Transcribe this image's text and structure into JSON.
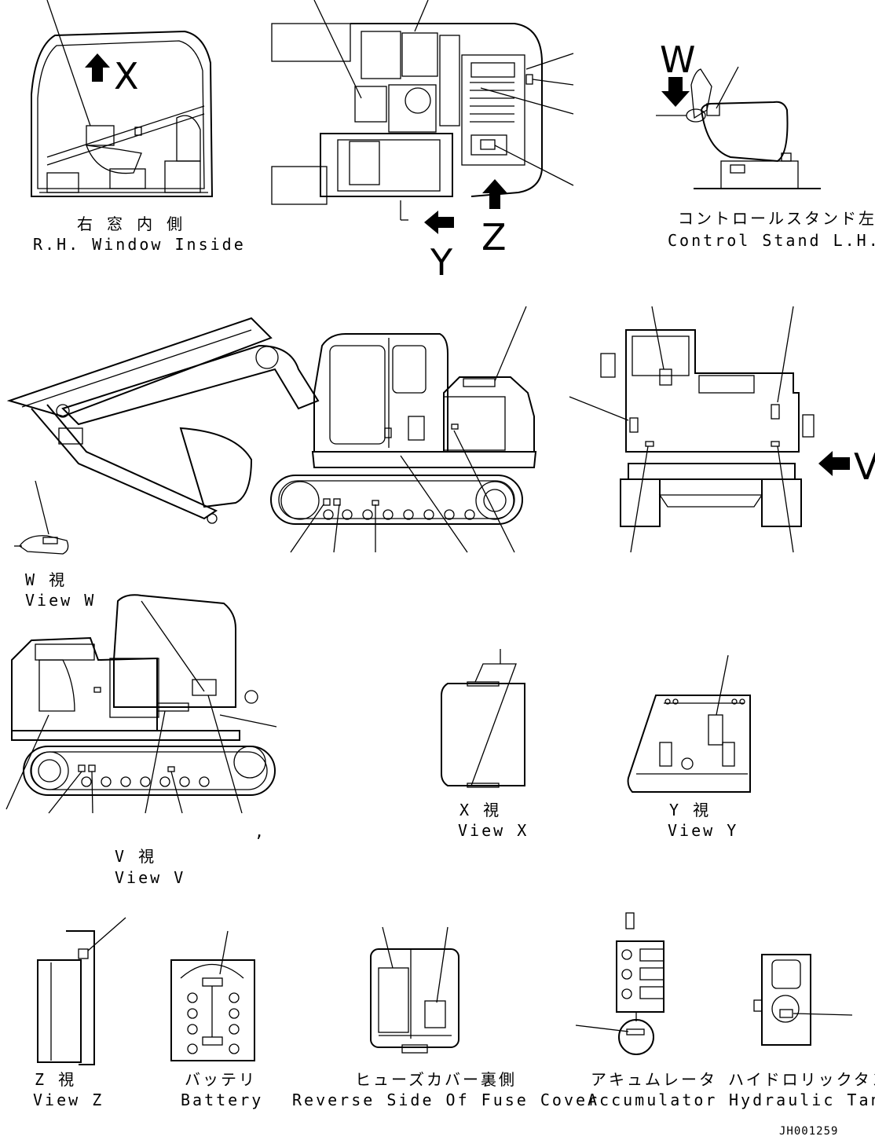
{
  "views": {
    "rh_window": {
      "jp": "右 窓 内 側",
      "en": "R.H. Window Inside"
    },
    "control_stand": {
      "jp": "コントロールスタンド左",
      "en": "Control Stand L.H."
    },
    "view_w": {
      "jp": "W 視",
      "en": "View W"
    },
    "view_v": {
      "jp": "V 視",
      "en": "View V"
    },
    "view_x": {
      "jp": "X 視",
      "en": "View X"
    },
    "view_y": {
      "jp": "Y 視",
      "en": "View Y"
    },
    "view_z": {
      "jp": "Z 視",
      "en": "View Z"
    },
    "battery": {
      "jp": "バッテリ",
      "en": "Battery"
    },
    "fuse_cover": {
      "jp": "ヒューズカバー裏側",
      "en": "Reverse Side Of Fuse Cover"
    },
    "accumulator": {
      "jp": "アキュムレータ",
      "en": "Accumulator"
    },
    "hydraulic_tank": {
      "jp": "ハイドロリックタンク",
      "en": "Hydraulic Tank"
    }
  },
  "arrow_letters": {
    "x": "X",
    "y": "Y",
    "z": "Z",
    "w": "W",
    "v": "V"
  },
  "stray_mark": ",",
  "drawing_number": "JH001259"
}
